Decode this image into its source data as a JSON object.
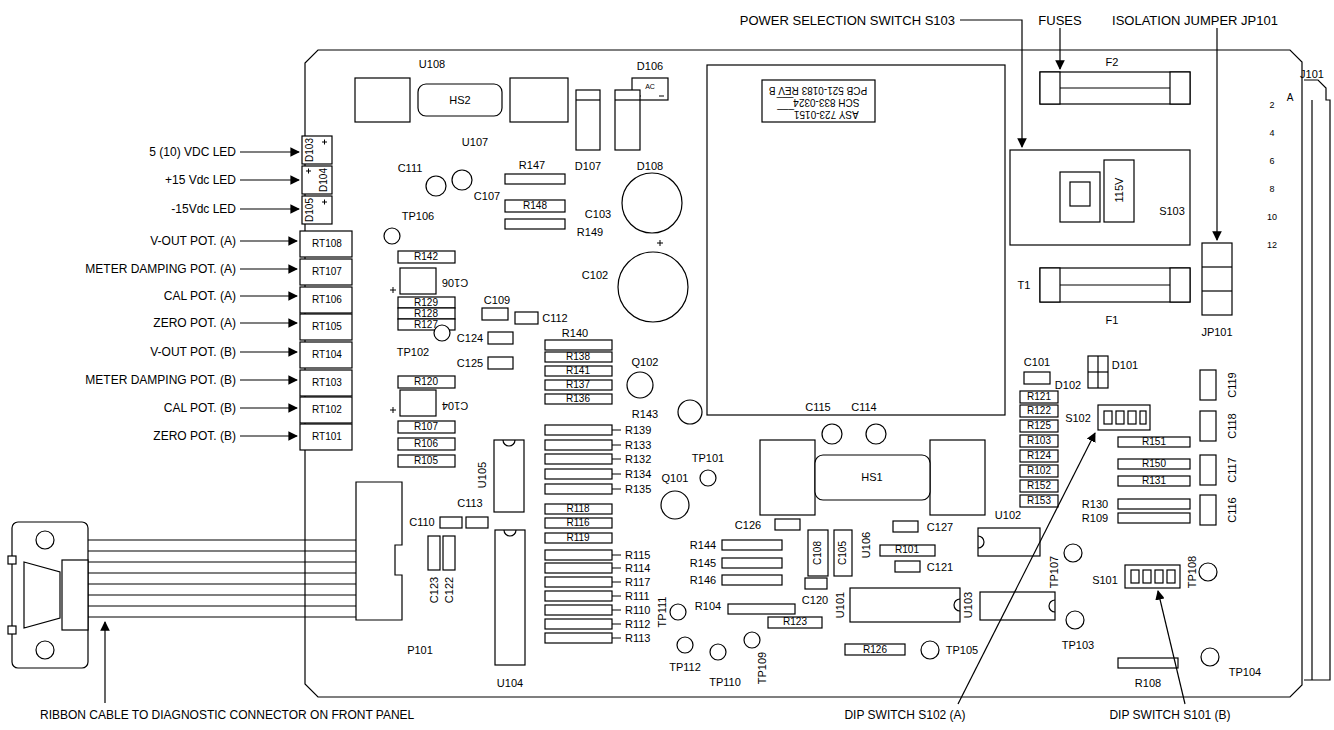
{
  "diagram": {
    "labels": [
      "POWER SELECTION SWITCH S103",
      "FUSES",
      "ISOLATION JUMPER JP101",
      "J101",
      "A",
      "2",
      "4",
      "6",
      "8",
      "10",
      "12",
      "5 (10) VDC LED",
      "+15 Vdc LED",
      "-15Vdc LED",
      "V-OUT POT. (A)",
      "METER DAMPING POT. (A)",
      "CAL POT. (A)",
      "ZERO POT. (A)",
      "V-OUT POT. (B)",
      "METER DAMPING POT. (B)",
      "CAL POT. (B)",
      "ZERO POT. (B)",
      "RIBBON CABLE TO DIAGNOSTIC CONNECTOR ON FRONT PANEL",
      "DIP SWITCH S102 (A)",
      "DIP SWITCH S101 (B)",
      "U108",
      "HS2",
      "U107",
      "D106",
      "AC",
      "D107",
      "D108",
      "D103",
      "D104",
      "D105",
      "C111",
      "C107",
      "R147",
      "TP106",
      "R148",
      "R149",
      "C103",
      "C102",
      "RT108",
      "RT107",
      "RT106",
      "RT105",
      "RT104",
      "RT103",
      "RT102",
      "RT101",
      "R142",
      "C106",
      "R129",
      "R128",
      "R127",
      "C109",
      "C112",
      "TP102",
      "C124",
      "C125",
      "R140",
      "R120",
      "C104",
      "R138",
      "R141",
      "R137",
      "R136",
      "Q102",
      "R143",
      "R139",
      "R133",
      "R132",
      "R134",
      "R135",
      "U105",
      "R107",
      "R106",
      "R105",
      "TP101",
      "Q101",
      "C110",
      "C113",
      "R118",
      "R116",
      "R119",
      "R115",
      "R114",
      "R117",
      "R111",
      "R110",
      "R112",
      "R113",
      "C123",
      "C122",
      "U104",
      "P101",
      "TP111",
      "TP112",
      "TP110",
      "TP109",
      "R144",
      "R145",
      "R146",
      "R104",
      "R123",
      "C126",
      "C108",
      "C105",
      "U106",
      "C120",
      "C127",
      "R101",
      "C121",
      "U101",
      "U103",
      "R126",
      "TP105",
      "U102",
      "TP107",
      "TP103",
      "C115",
      "C114",
      "HS1",
      "C101",
      "R121",
      "R122",
      "R125",
      "R103",
      "R124",
      "R102",
      "R152",
      "R153",
      "S102",
      "D101",
      "D102",
      "C119",
      "C118",
      "C117",
      "C116",
      "R151",
      "R150",
      "R131",
      "R130",
      "R109",
      "S101",
      "TP108",
      "TP104",
      "R108",
      "F2",
      "F1",
      "T1",
      "S103",
      "115V",
      "JP101",
      "ASY 723-0151___",
      "SCH 833-0324___",
      "PCB 521-0183 REV B"
    ]
  }
}
